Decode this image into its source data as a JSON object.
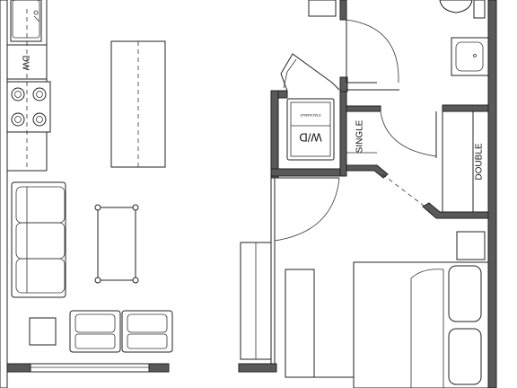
{
  "labels": {
    "dishwasher": "DW",
    "washer_dryer": "W/D",
    "washer_dryer_stackable": "STACKABLE",
    "closet_single": "SINGLE",
    "closet_double": "DOUBLE"
  }
}
